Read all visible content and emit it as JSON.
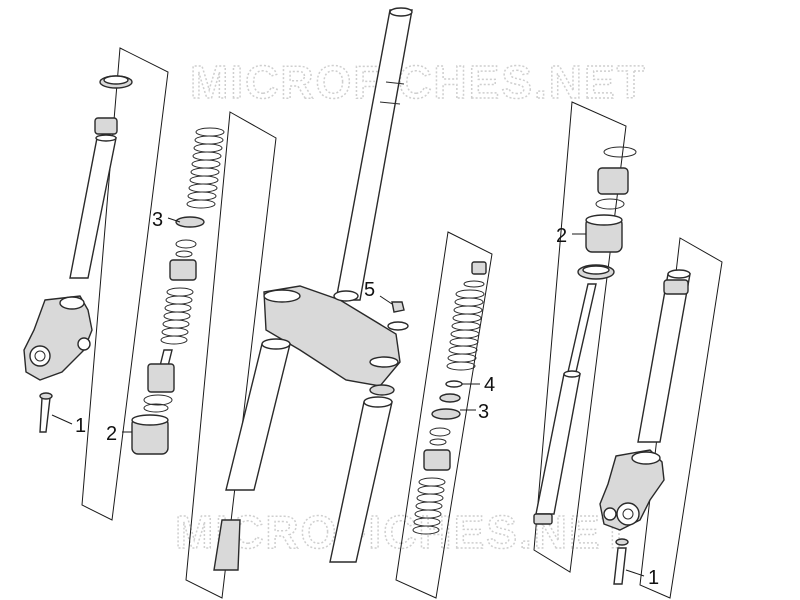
{
  "watermark": {
    "text": "MICROFICHES.NET"
  },
  "callouts": {
    "left_1": "1",
    "left_2": "2",
    "left_3": "3",
    "center_5": "5",
    "center_4": "4",
    "center_3": "3",
    "right_2": "2",
    "right_1": "1"
  },
  "colors": {
    "line": "#2a2a2a",
    "shade": "#d9d9d9",
    "watermark": "#cfcfcf"
  }
}
